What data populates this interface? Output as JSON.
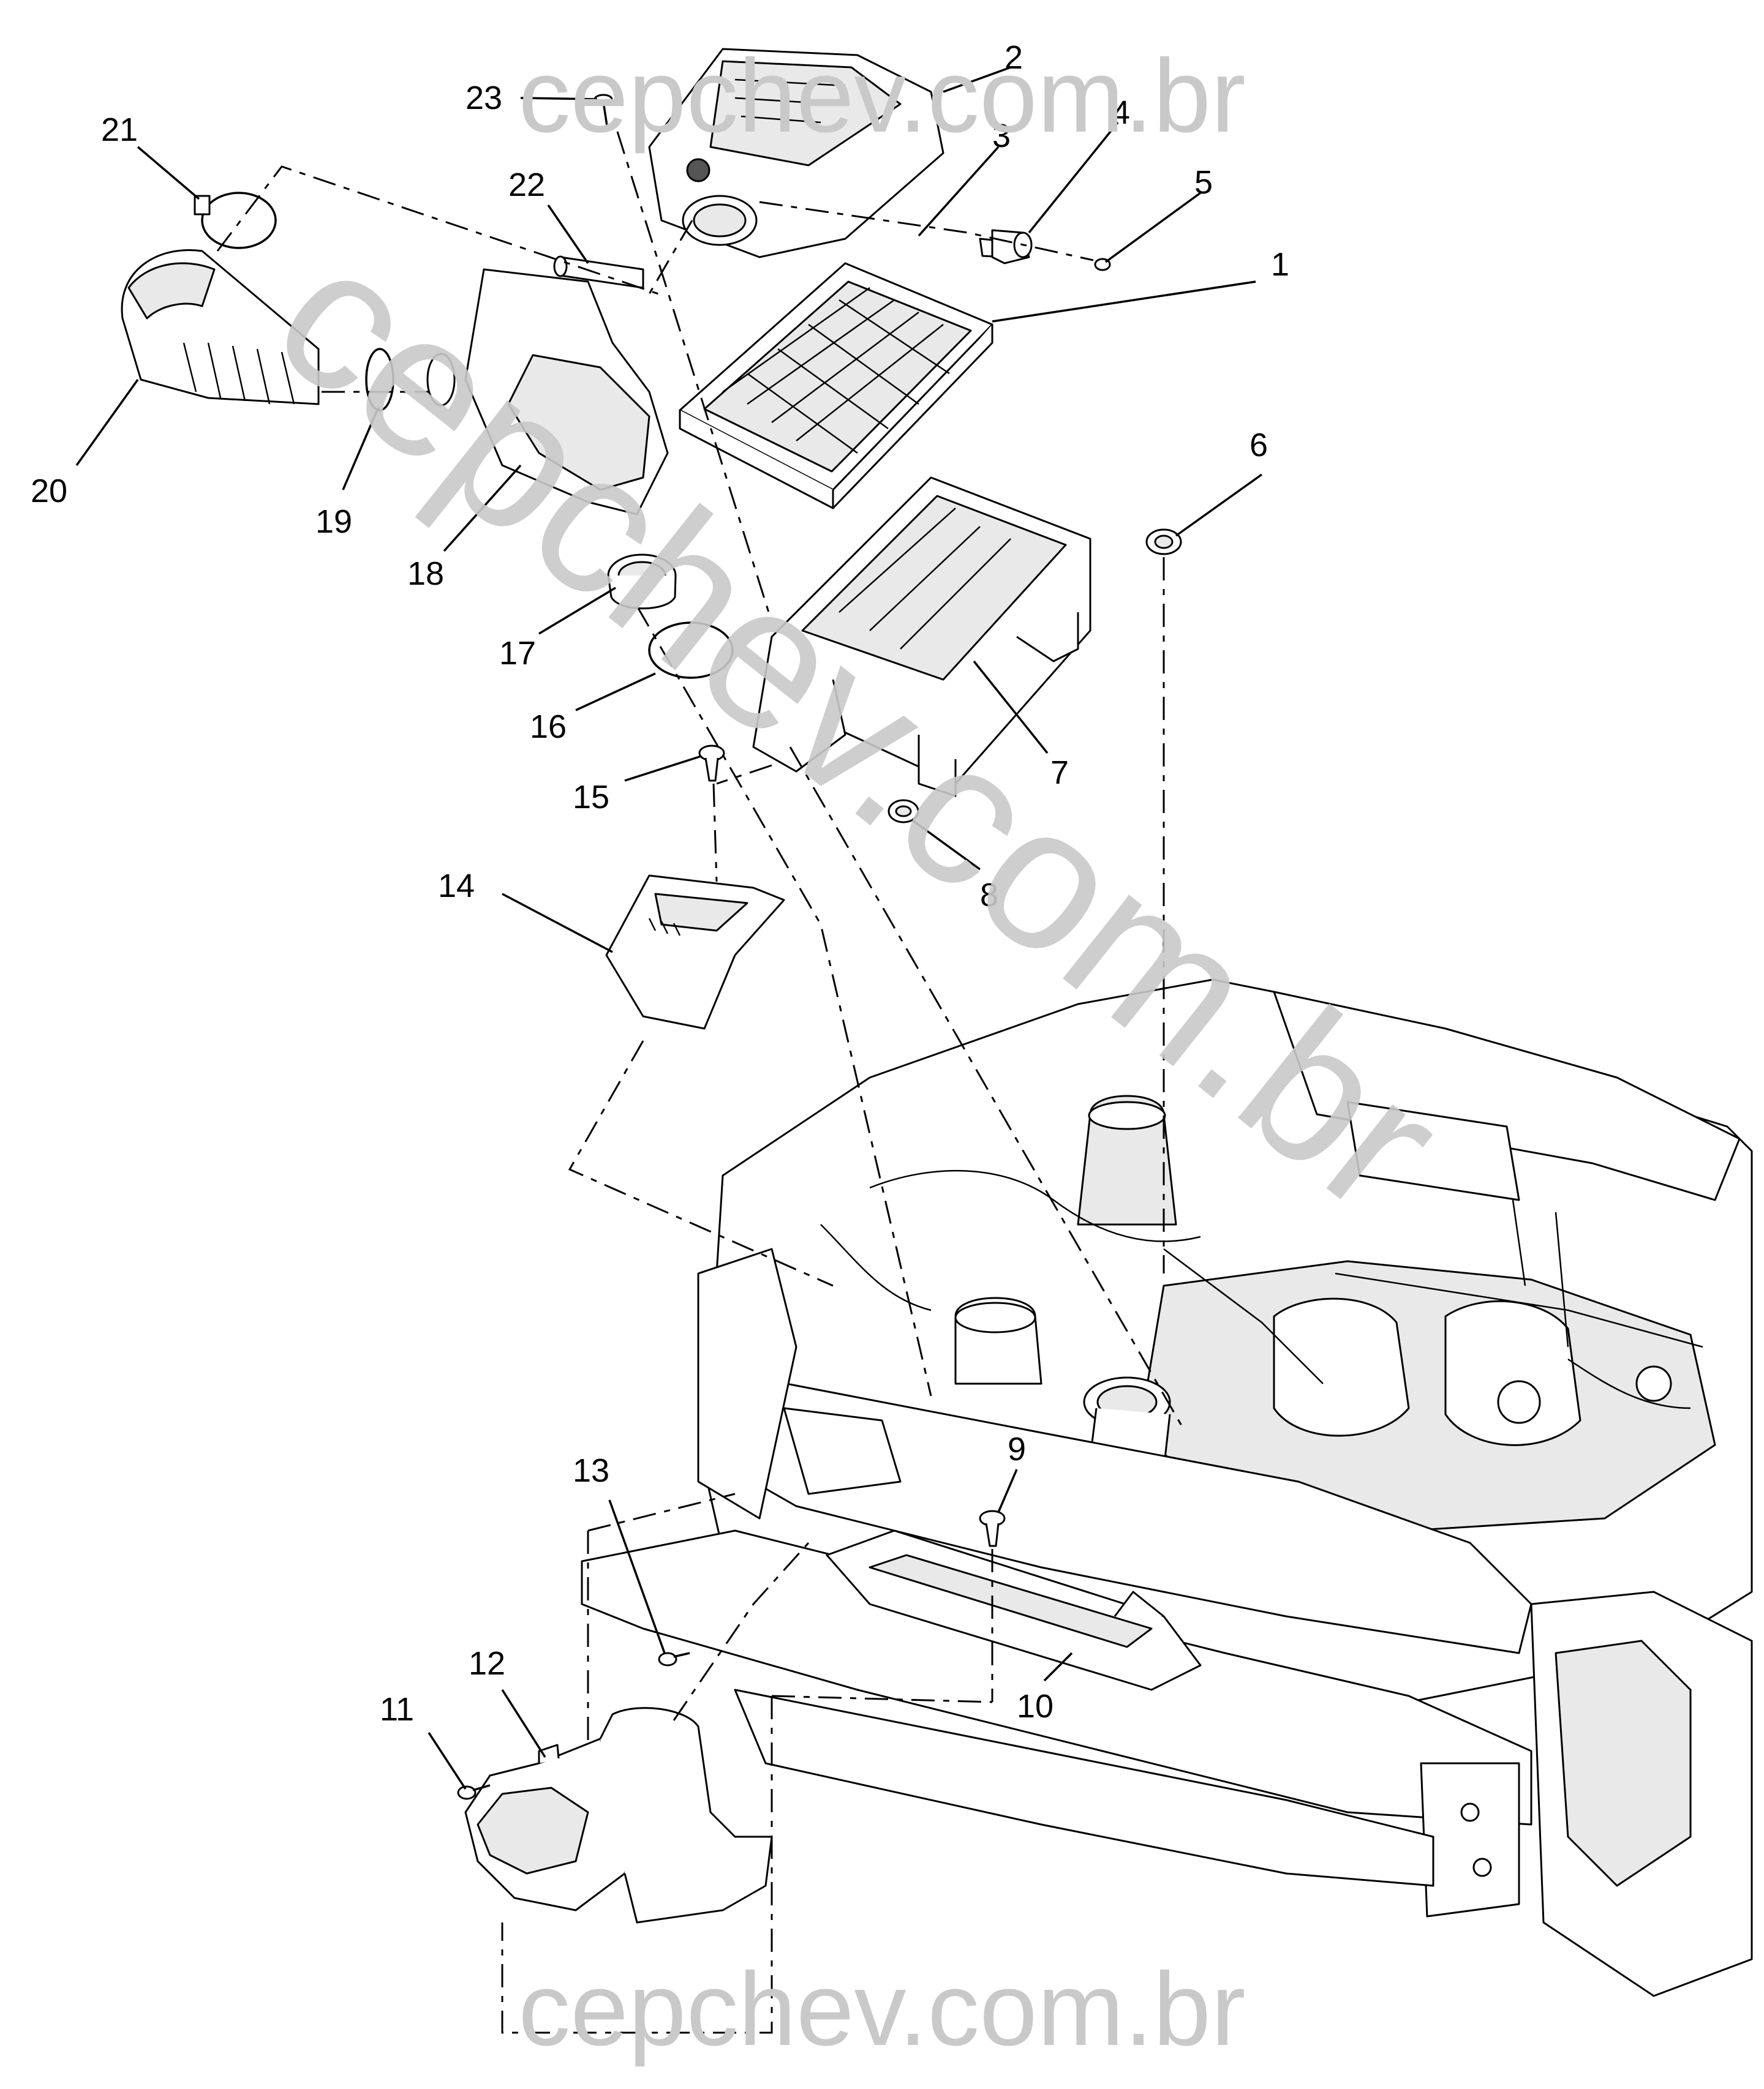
{
  "watermark": {
    "text_top": "cepchev.com.br",
    "text_bottom": "cepchev.com.br",
    "text_diagonal": "cepchev.com.br",
    "color": "#c9c9c9"
  },
  "callouts": [
    {
      "id": "1",
      "label": "1"
    },
    {
      "id": "2",
      "label": "2"
    },
    {
      "id": "3",
      "label": "3"
    },
    {
      "id": "4",
      "label": "4"
    },
    {
      "id": "5",
      "label": "5"
    },
    {
      "id": "6",
      "label": "6"
    },
    {
      "id": "7",
      "label": "7"
    },
    {
      "id": "8",
      "label": "8"
    },
    {
      "id": "9",
      "label": "9"
    },
    {
      "id": "10",
      "label": "10"
    },
    {
      "id": "11",
      "label": "11"
    },
    {
      "id": "12",
      "label": "12"
    },
    {
      "id": "13",
      "label": "13"
    },
    {
      "id": "14",
      "label": "14"
    },
    {
      "id": "15",
      "label": "15"
    },
    {
      "id": "16",
      "label": "16"
    },
    {
      "id": "17",
      "label": "17"
    },
    {
      "id": "18",
      "label": "18"
    },
    {
      "id": "19",
      "label": "19"
    },
    {
      "id": "20",
      "label": "20"
    },
    {
      "id": "21",
      "label": "21"
    },
    {
      "id": "22",
      "label": "22"
    },
    {
      "id": "23",
      "label": "23"
    }
  ]
}
